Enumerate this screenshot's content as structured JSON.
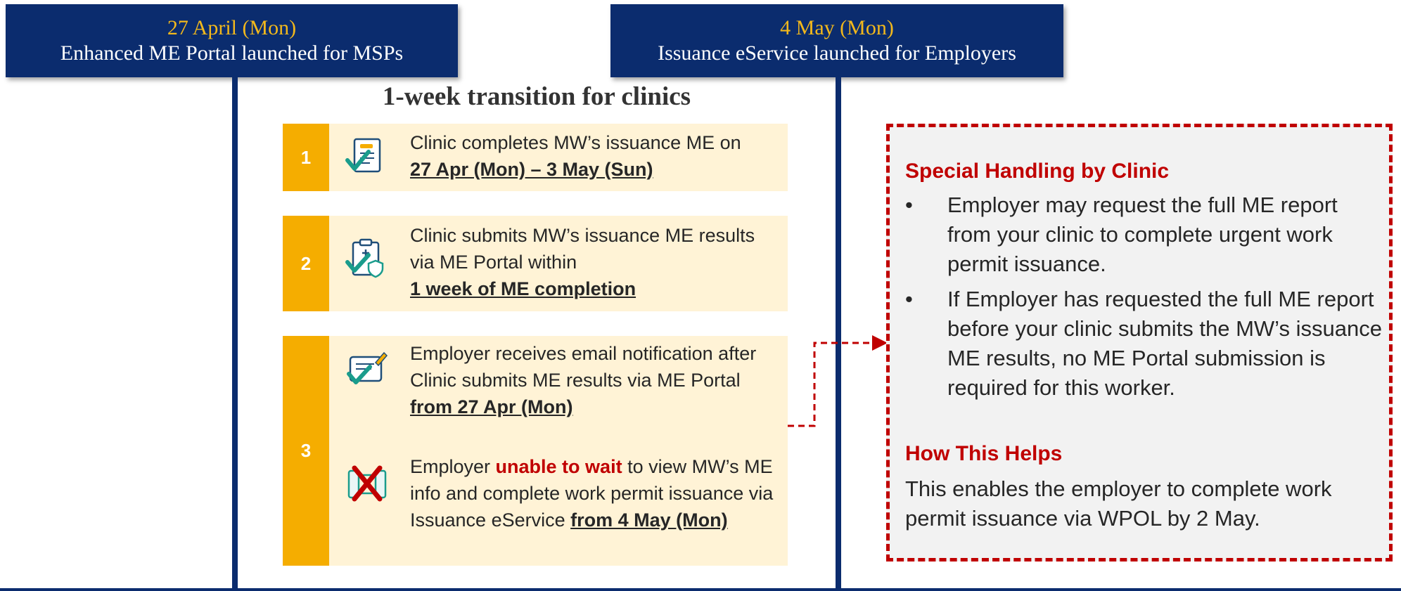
{
  "milestones": [
    {
      "date": "27 April (Mon)",
      "description": "Enhanced ME Portal launched for MSPs"
    },
    {
      "date": "4 May (Mon)",
      "description": "Issuance eService launched for Employers"
    }
  ],
  "transition_title": "1-week transition for clinics",
  "steps": [
    {
      "number": "1",
      "icon": "checklist-check-icon",
      "text": "Clinic completes MW’s issuance ME on ",
      "highlight": "27 Apr (Mon) – 3 May (Sun)"
    },
    {
      "number": "2",
      "icon": "clipboard-shield-check-icon",
      "text": "Clinic submits MW’s issuance ME results via ME Portal within ",
      "highlight": "1 week of ME completion"
    },
    {
      "number": "3",
      "items": [
        {
          "icon": "email-notification-check-icon",
          "text": "Employer receives email notification after Clinic submits ME results via ME Portal ",
          "highlight": "from 27 Apr (Mon)"
        },
        {
          "icon": "cross-unable-icon",
          "text_before": "Employer ",
          "red_emphasis": "unable to wait",
          "text_after": " to view MW’s ME info and complete work permit issuance via Issuance eService ",
          "highlight": "from 4 May (Mon)"
        }
      ]
    }
  ],
  "callout": {
    "heading1": "Special Handling by Clinic",
    "bullets": [
      "Employer may request the full ME report from your clinic to complete urgent work permit issuance.",
      "If Employer has requested the full ME report before your clinic submits the MW’s issuance ME results, no ME Portal submission is required for this worker."
    ],
    "bullet_symbol": "•",
    "heading2": "How This Helps",
    "body": "This enables the employer to complete work permit issuance via WPOL by 2 May."
  },
  "colors": {
    "navy": "#0b2c6e",
    "gold": "#f2b81c",
    "step_number_bg": "#f5ad00",
    "step_bg": "#fff3d6",
    "red": "#c00000",
    "callout_bg": "#f2f2f2",
    "teal": "#1a9c8c"
  }
}
